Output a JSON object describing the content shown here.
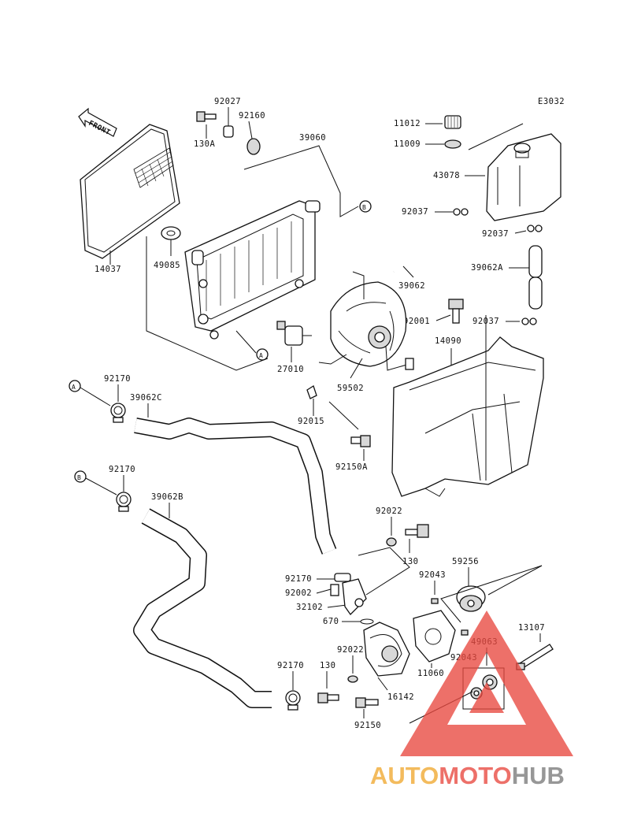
{
  "diagram_code": "E3032",
  "front_label": "FRONT",
  "callouts": {
    "a": "A",
    "b": "B"
  },
  "parts": {
    "p14037": "14037",
    "p92027": "92027",
    "p92160": "92160",
    "p130a": "130A",
    "p39060": "39060",
    "p49085": "49085",
    "p27010": "27010",
    "p11012": "11012",
    "p11009": "11009",
    "p43078": "43078",
    "p92037_top": "92037",
    "p92037_mid": "92037",
    "p92037_low": "92037",
    "p39062": "39062",
    "p39062a": "39062A",
    "p92001": "92001",
    "p14090": "14090",
    "p59502": "59502",
    "p92170_a": "92170",
    "p39062c": "39062C",
    "p92015": "92015",
    "p92150a": "92150A",
    "p92170_b": "92170",
    "p39062b": "39062B",
    "p92022_top": "92022",
    "p130_top": "130",
    "p92170_mid": "92170",
    "p92002": "92002",
    "p32102": "32102",
    "p670": "670",
    "p59256": "59256",
    "p92043_top": "92043",
    "p11060": "11060",
    "p49063": "49063",
    "p92043_bot": "92043",
    "p13107": "13107",
    "p92022_bot": "92022",
    "p130_bot": "130",
    "p92170_bot": "92170",
    "p16142": "16142",
    "p92150": "92150"
  },
  "watermark": {
    "part1": "AUTO",
    "part2": "MOTO",
    "part3": "HUB"
  },
  "colors": {
    "watermark_red": "#e8483f",
    "watermark_orange": "#f0a830",
    "watermark_gray": "#7a7a7a",
    "line": "#111111"
  }
}
